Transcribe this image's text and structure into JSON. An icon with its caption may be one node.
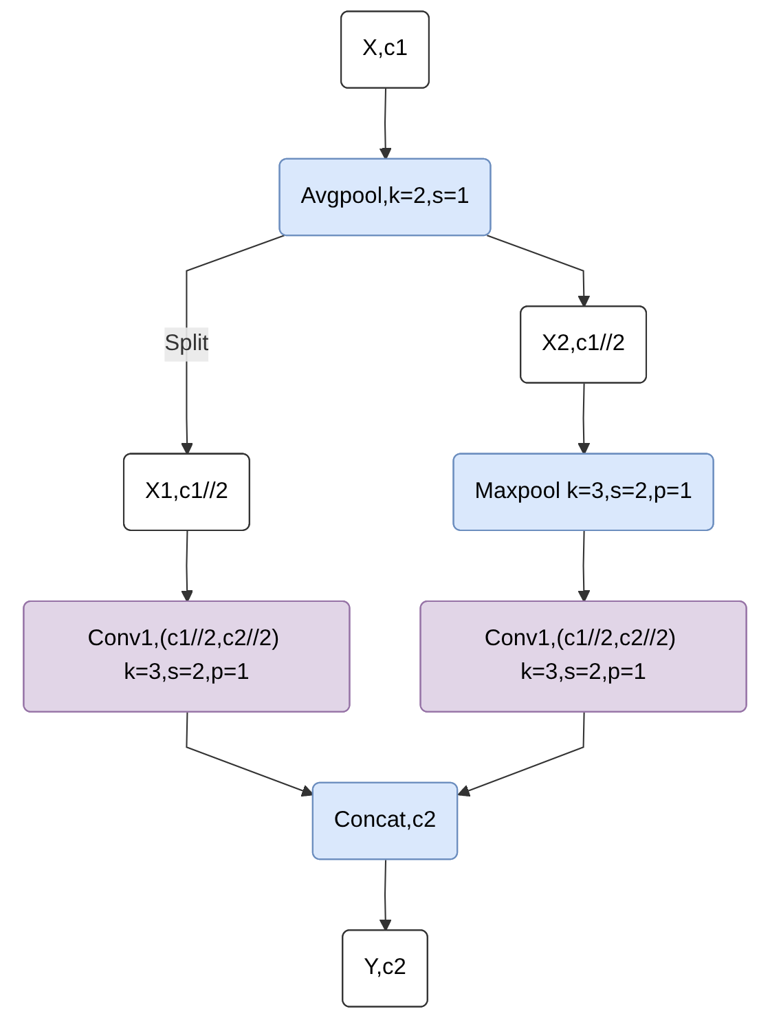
{
  "diagram": {
    "nodes": [
      {
        "text": [
          "X,c1"
        ]
      },
      {
        "text": [
          "Avgpool,k=2,s=1"
        ]
      },
      {
        "text": [
          "X1,c1//2"
        ]
      },
      {
        "text": [
          "X2,c1//2"
        ]
      },
      {
        "text": [
          "Conv1,(c1//2,c2//2) k=3,s=2,p=1"
        ]
      },
      {
        "text": [
          "Maxpool k=3,s=2,p=1"
        ]
      },
      {
        "text": [
          "Conv1,(c1//2,c2//2) k=3,s=2,p=1"
        ]
      },
      {
        "text": [
          "Concat,c2"
        ]
      },
      {
        "text": [
          "Y,c2"
        ]
      }
    ],
    "edges": [
      {
        "from": 0,
        "to": 1,
        "arrow": "to"
      },
      {
        "from": 1,
        "to": 2,
        "arrow": "to",
        "label": "Split"
      },
      {
        "from": 1,
        "to": 3,
        "arrow": "to"
      },
      {
        "from": 2,
        "to": 4,
        "arrow": "to"
      },
      {
        "from": 3,
        "to": 5,
        "arrow": "to"
      },
      {
        "from": 5,
        "to": 6,
        "arrow": "to"
      },
      {
        "from": 4,
        "to": 7,
        "arrow": "to"
      },
      {
        "from": 6,
        "to": 7,
        "arrow": "to"
      },
      {
        "from": 7,
        "to": 8,
        "arrow": "to"
      }
    ]
  }
}
